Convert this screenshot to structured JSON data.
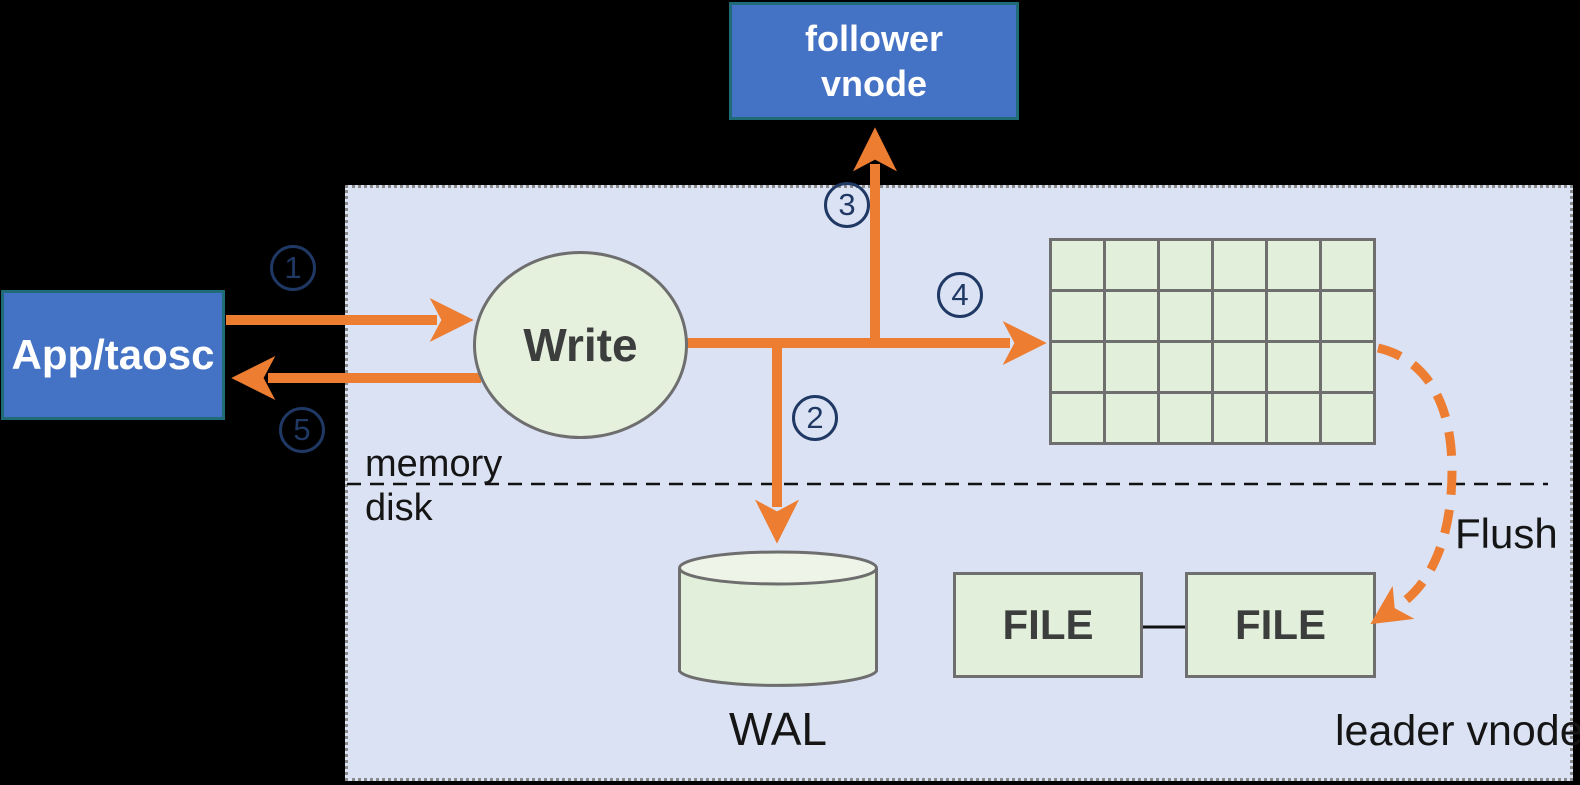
{
  "diagram": {
    "app_node": {
      "label": "App/taosc"
    },
    "follower_node": {
      "lines": [
        "follower",
        "vnode"
      ]
    },
    "leader_panel": {
      "label": "leader vnode",
      "memory_label": "memory",
      "disk_label": "disk"
    },
    "write_node": {
      "label": "Write"
    },
    "wal": {
      "label": "WAL"
    },
    "files": [
      {
        "label": "FILE"
      },
      {
        "label": "FILE"
      }
    ],
    "memtable": {
      "rows": 4,
      "cols": 6
    },
    "flush": {
      "label": "Flush"
    },
    "steps": [
      {
        "num": "1"
      },
      {
        "num": "2"
      },
      {
        "num": "3"
      },
      {
        "num": "4"
      },
      {
        "num": "5"
      }
    ],
    "colors": {
      "arrow_orange": "#ed7d31",
      "node_blue": "#4472c4",
      "node_border_teal": "#1f6b78",
      "panel_lavender": "#dbe2f3",
      "shape_green": "#e2efda",
      "step_navy": "#1f3864",
      "background": "#000000"
    }
  }
}
